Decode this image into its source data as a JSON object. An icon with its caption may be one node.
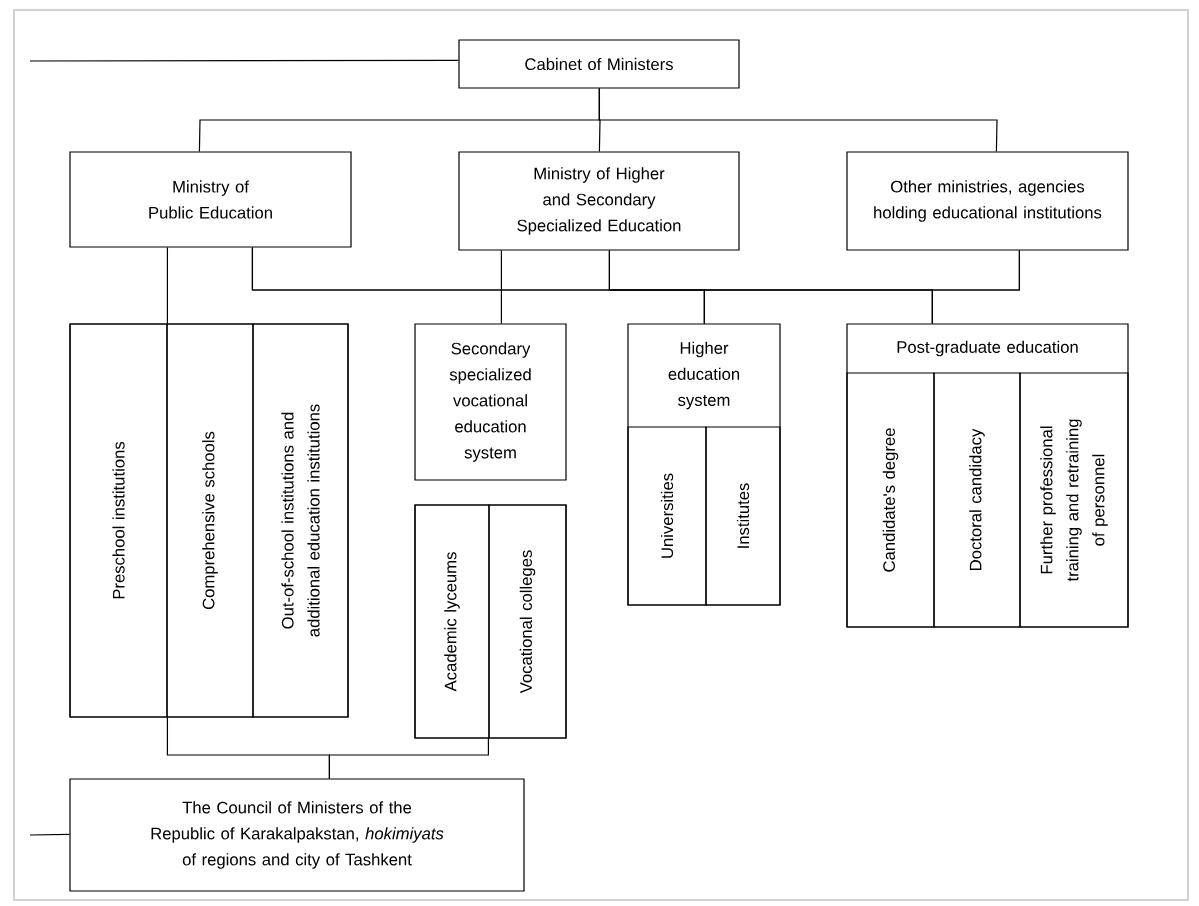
{
  "diagram": {
    "nodes": [
      {
        "text": [
          "Cabinet of Ministers"
        ]
      },
      {
        "text": [
          "Ministry of Public Education"
        ]
      },
      {
        "text": [
          "Ministry of Higher and Secondary Specialized Education"
        ]
      },
      {
        "text": [
          "Other ministries, agencies holding educational institutions"
        ]
      },
      {
        "text": [],
        "shape": "box"
      },
      {
        "text": [
          "Preschool institutions"
        ],
        "in": 4
      },
      {
        "text": [
          "Comprehensive schools"
        ],
        "in": 4
      },
      {
        "text": [
          "Out-of-school institutions and additional education institutions"
        ],
        "in": 4
      },
      {
        "text": [
          "Secondary specialized vocational education system"
        ]
      },
      {
        "text": [
          "Higher education system"
        ]
      },
      {
        "text": [
          "Universities"
        ],
        "in": 9
      },
      {
        "text": [
          "Institutes"
        ],
        "in": 9
      },
      {
        "text": [
          "Post-graduate education"
        ]
      },
      {
        "text": [
          "Candidate's degree"
        ],
        "in": 12
      },
      {
        "text": [
          "Doctoral candidacy"
        ],
        "in": 12
      },
      {
        "text": [
          "Further professional training and retraining of personnel"
        ],
        "in": 12
      },
      {
        "text": [],
        "shape": "box"
      },
      {
        "text": [
          "Academic lyceums"
        ],
        "in": 16
      },
      {
        "text": [
          "Vocational colleges"
        ],
        "in": 16
      },
      {
        "text": [
          "The Council of Ministers of the Republic of Karakalpakstan, *hokimiyats* of regions and city of Tashkent"
        ]
      }
    ],
    "edges": [
      {
        "from": null,
        "to": 0,
        "arrow": "none"
      },
      {
        "from": 0,
        "to": 1,
        "arrow": "none"
      },
      {
        "from": 0,
        "to": 2,
        "arrow": "none"
      },
      {
        "from": 0,
        "to": 3,
        "arrow": "none"
      },
      {
        "from": 1,
        "to": 4,
        "arrow": "none"
      },
      {
        "from": 2,
        "to": 8,
        "arrow": "none"
      },
      {
        "from": 1,
        "to": 9,
        "arrow": "none"
      },
      {
        "from": 2,
        "to": 9,
        "arrow": "none"
      },
      {
        "from": 3,
        "to": 9,
        "arrow": "none"
      },
      {
        "from": 1,
        "to": 12,
        "arrow": "none"
      },
      {
        "from": 2,
        "to": 12,
        "arrow": "none"
      },
      {
        "from": 3,
        "to": 12,
        "arrow": "none"
      },
      {
        "from": 4,
        "to": 19,
        "arrow": "none"
      },
      {
        "from": 16,
        "to": 19,
        "arrow": "none"
      },
      {
        "from": null,
        "to": 19,
        "arrow": "none"
      }
    ]
  }
}
